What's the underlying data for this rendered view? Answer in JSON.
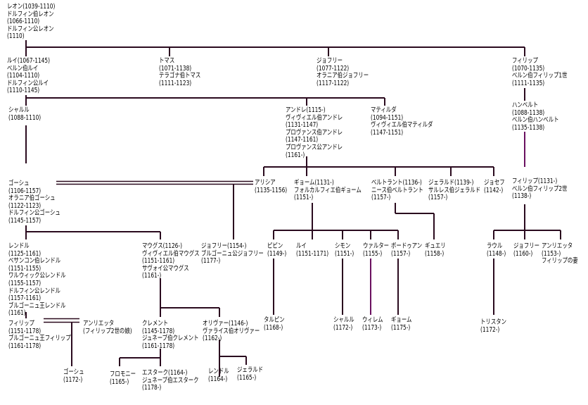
{
  "line_colors": {
    "main": "#2a0a1e",
    "highlight": "#6a1060"
  },
  "people": {
    "leon": "レオン(1039-1110)\nドルフィン伯レオン\n(1066-1110)\nドルフィン公レオン\n(1110)",
    "louis": "ルイ(1067-1145)\nベルン伯ルイ\n(1104-1110)\nドルフィン公ルイ\n(1110-1145)",
    "thomas": "トマス\n(1071-1138)\nテラゴナ伯トマス\n(1111-1123)",
    "geoffroy1": "ジョフリー\n(1077-1122)\nオラニア伯ジョフリー\n(1117-1122)",
    "philippe1": "フィリップ\n(1070-1135)\nベルン伯フィリップ1世\n(1111-1135)",
    "charles1": "シャルル\n(1088-1110)",
    "andre": "アンドレ(1115-)\nヴィヴィエル伯アンドレ\n(1131-1147)\nプロヴァンス伯アンドレ\n(1147-1161)\nプロヴァンス公アンドレ\n(1161-)",
    "mathilde": "マティルダ\n(1094-1151)\nヴィヴィエル伯マティルダ\n(1147-1151)",
    "hanbert": "ハンベルト\n(1088-1138)\nベルン伯ハンベルト\n(1135-1138)",
    "gaucher1": "ゴーシュ\n(1106-1157)\nオラニア伯ゴーシュ\n(1122-1123)\nドルフィン公ゴーシュ\n(1145-1157)",
    "alicia": "アリシア\n(1135-1156)",
    "guillaume1": "ギョーム(1131-)\nフォルカルフィエ伯ギョーム\n(1151-)",
    "bertrand": "ベルトラント(1136-)\nニース伯ベルトラント\n(1157-)",
    "gerald1": "ジェラルド(1139-)\nサルレス伯ジェラルド\n(1157-)",
    "joseph": "ジョセフ\n(1142-)",
    "philippe2": "フィリップ(1131-)\nベルン伯フィリップ2世\n(1138-)",
    "rendle1": "レンドル\n(1125-1161)\nベサンコン伯レンドル\n(1151-1155)\nワルウィック公レンドル\n(1155-1157)\nドルフィン公レンドル\n(1157-1161)\nブルゴーニュ王レンドル\n(1161)",
    "maugus": "マウグス(1126-)\nヴィヴィエル伯マウグス\n(1151-1161)\nサヴォイ公マウグス\n(1161-)",
    "geoffroy2": "ジョフリー(1154-)\nブルゴーニュ公ジョフリー\n(1177-)",
    "pepin": "ピピン\n(1149-)",
    "louis2": "ルイ\n(1151-1171)",
    "simon": "シモン\n(1151-)",
    "walter": "ウァルター\n(1155-)",
    "baudouin": "ボードゥアン\n(1157-)",
    "guerry": "ギュエリ\n(1158-)",
    "raoul": "ラウル\n(1148-)",
    "geoffroy3": "ジョフリー\n(1160-)",
    "henriette1": "アンリエッタ\n(1153-)\nフィリップの妻",
    "philippe3": "フィリップ\n(1151-1178)\nブルゴーニュ王フィリップ\n(1161-1178)",
    "henriette2": "アンリエッタ\n(フィリップ2世の娘)",
    "clement": "クレメント\n(1145-1178)\nジュネーブ伯クレメント\n(1161-1178)",
    "olivier": "オリヴァー(1146-)\nヴァライス伯オリヴァー\n(1162-)",
    "talpin": "タルピン\n(1168-)",
    "charles2": "シャルル\n(1172-)",
    "wilhelm": "ウィレム\n(1173-)",
    "guillaume2": "ギョーム\n(1175-)",
    "tristan": "トリスタン\n(1172-)",
    "gaucher2": "ゴーシュ\n(1172-)",
    "flomonie": "フロモニー\n(1165-)",
    "estark": "エスターク(1164-)\nジュネーブ伯エスターク\n(1178-)",
    "rendle2": "レンドル\n(1164-)",
    "gerald2": "ジェラルド\n(1165-)"
  }
}
